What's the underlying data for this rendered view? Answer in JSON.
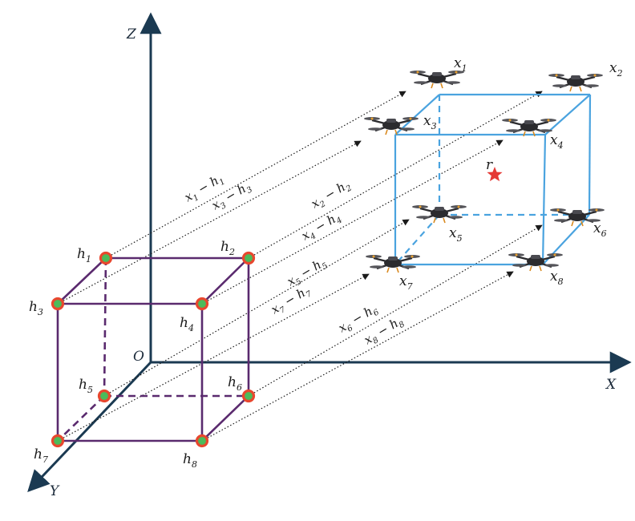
{
  "axes": {
    "x_label": "X",
    "y_label": "Y",
    "z_label": "Z",
    "origin_label": "O"
  },
  "colors": {
    "axis": "#1b3a52",
    "ground_cube": "#5a2a6e",
    "uav_cube": "#4aa3df",
    "node_fill": "#4cbb5a",
    "node_ring": "#e8472e",
    "connector": "#1b1b1b",
    "target": "#e53935"
  },
  "ground_nodes": [
    {
      "id": "h1",
      "base": "h",
      "sub": "1"
    },
    {
      "id": "h2",
      "base": "h",
      "sub": "2"
    },
    {
      "id": "h3",
      "base": "h",
      "sub": "3"
    },
    {
      "id": "h4",
      "base": "h",
      "sub": "4"
    },
    {
      "id": "h5",
      "base": "h",
      "sub": "5"
    },
    {
      "id": "h6",
      "base": "h",
      "sub": "6"
    },
    {
      "id": "h7",
      "base": "h",
      "sub": "7"
    },
    {
      "id": "h8",
      "base": "h",
      "sub": "8"
    }
  ],
  "uav_nodes": [
    {
      "id": "x1",
      "base": "x",
      "sub": "1",
      "icon": "drone-icon"
    },
    {
      "id": "x2",
      "base": "x",
      "sub": "2",
      "icon": "drone-icon"
    },
    {
      "id": "x3",
      "base": "x",
      "sub": "3",
      "icon": "drone-icon"
    },
    {
      "id": "x4",
      "base": "x",
      "sub": "4",
      "icon": "drone-icon"
    },
    {
      "id": "x5",
      "base": "x",
      "sub": "5",
      "icon": "drone-icon"
    },
    {
      "id": "x6",
      "base": "x",
      "sub": "6",
      "icon": "drone-icon"
    },
    {
      "id": "x7",
      "base": "x",
      "sub": "7",
      "icon": "drone-icon"
    },
    {
      "id": "x8",
      "base": "x",
      "sub": "8",
      "icon": "drone-icon"
    }
  ],
  "displacements": [
    {
      "a": "x",
      "asub": "1",
      "op": "−",
      "b": "h",
      "bsub": "1"
    },
    {
      "a": "x",
      "asub": "3",
      "op": "−",
      "b": "h",
      "bsub": "3"
    },
    {
      "a": "x",
      "asub": "2",
      "op": "−",
      "b": "h",
      "bsub": "2"
    },
    {
      "a": "x",
      "asub": "4",
      "op": "−",
      "b": "h",
      "bsub": "4"
    },
    {
      "a": "x",
      "asub": "5",
      "op": "−",
      "b": "h",
      "bsub": "5"
    },
    {
      "a": "x",
      "asub": "7",
      "op": "−",
      "b": "h",
      "bsub": "7"
    },
    {
      "a": "x",
      "asub": "6",
      "op": "−",
      "b": "h",
      "bsub": "6"
    },
    {
      "a": "x",
      "asub": "8",
      "op": "−",
      "b": "h",
      "bsub": "8"
    }
  ],
  "target": {
    "label": "r",
    "icon": "star-icon"
  }
}
